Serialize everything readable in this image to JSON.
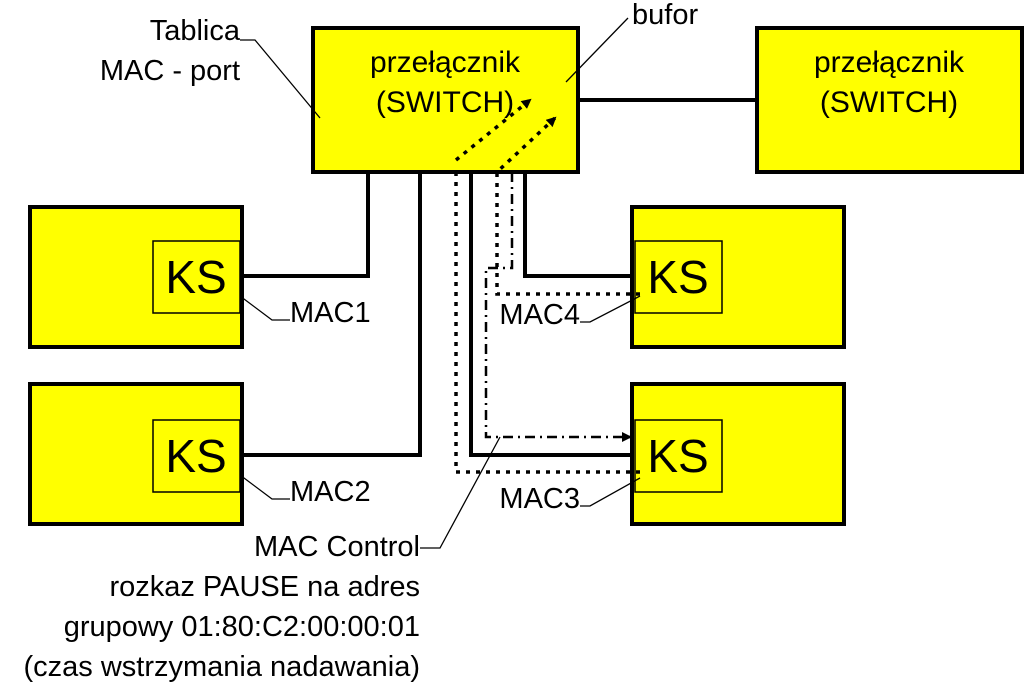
{
  "switch_main": {
    "line1": "przełącznik",
    "line2": "(SWITCH)"
  },
  "switch_remote": {
    "line1": "przełącznik",
    "line2": "(SWITCH)"
  },
  "table_label": {
    "line1": "Tablica",
    "line2": "MAC - port"
  },
  "buffer_label": "bufor",
  "stations": [
    {
      "ks": "KS",
      "mac": "MAC1"
    },
    {
      "ks": "KS",
      "mac": "MAC2"
    },
    {
      "ks": "KS",
      "mac": "MAC4"
    },
    {
      "ks": "KS",
      "mac": "MAC3"
    }
  ],
  "control_note": {
    "line1": "MAC Control",
    "line2": "rozkaz PAUSE na adres",
    "line3": "grupowy 01:80:C2:00:00:01",
    "line4": "(czas wstrzymania nadawania)"
  },
  "colors": {
    "box_fill": "#ffff00",
    "stroke": "#000000"
  }
}
